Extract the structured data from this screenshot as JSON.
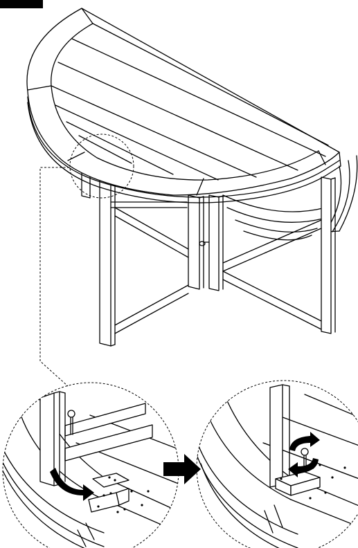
{
  "diagram": {
    "step_marker": "black-bar-step-marker",
    "main_view": "half-round-drop-leaf-table",
    "detail_left": "leg-swing-detail",
    "detail_right": "eye-bolt-turn-detail",
    "arrow_between": "next-step-arrow",
    "line_color": "#000000",
    "background": "#ffffff"
  }
}
